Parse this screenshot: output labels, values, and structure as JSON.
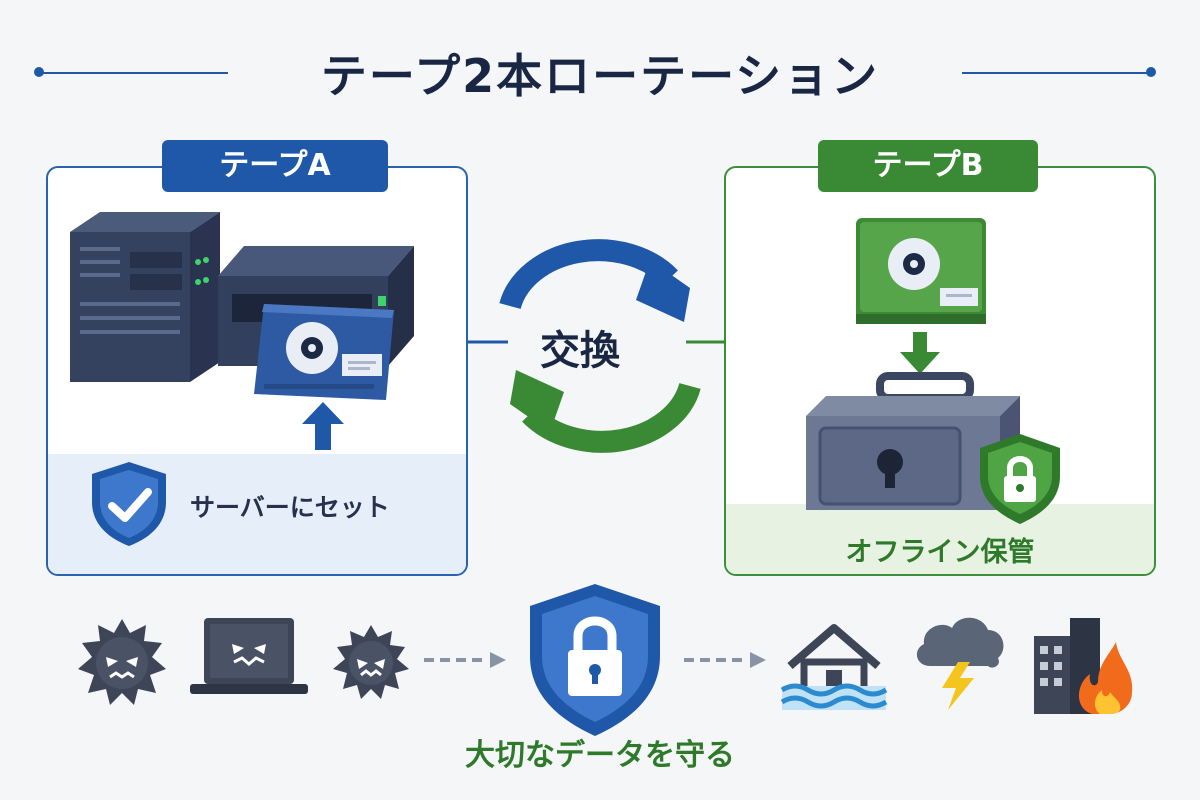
{
  "title": "テープ2本ローテーション",
  "tape_a": {
    "label": "テープA",
    "status": "サーバーにセット"
  },
  "tape_b": {
    "label": "テープB",
    "status": "オフライン保管"
  },
  "center": {
    "label": "交換"
  },
  "bottom": {
    "label": "大切なデータを守る"
  },
  "colors": {
    "blue": "#1f58a8",
    "green": "#3a8a35",
    "navy": "#1a2744"
  },
  "icons": [
    "server-icon",
    "tape-drive-icon",
    "tape-cartridge-icon",
    "up-arrow-icon",
    "shield-check-icon",
    "down-arrow-icon",
    "safe-icon",
    "shield-lock-icon",
    "virus-icon",
    "hacked-laptop-icon",
    "dashed-arrow-icon",
    "big-shield-lock-icon",
    "flood-house-icon",
    "storm-cloud-icon",
    "burning-building-icon"
  ]
}
